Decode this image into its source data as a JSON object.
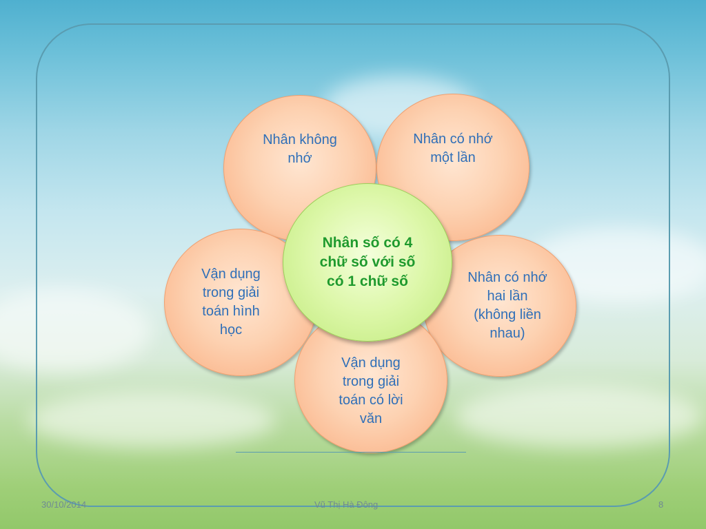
{
  "diagram": {
    "center": "Nhân số có 4\nchữ số với số\ncó 1 chữ số",
    "petals": {
      "top_left": "Nhân không\nnhớ",
      "top_right": "Nhân có nhớ\nmột lần",
      "right": "Nhân có nhớ\nhai lần\n(không liền\nnhau)",
      "bottom": "Vận dụng\ntrong giải\ntoán có lời\nvăn",
      "left": "Vận dụng\ntrong giải\ntoán hình\nhọc"
    }
  },
  "footer": {
    "date": "30/10/2014",
    "author": "Vũ Thị Hà Đông",
    "page_number": "8"
  },
  "colors": {
    "petal_text": "#2f6fb8",
    "center_text": "#1f9a2e",
    "petal_fill": "#fdd2b2",
    "center_fill": "#dcf7a8",
    "frame": "#5a9cb0"
  }
}
